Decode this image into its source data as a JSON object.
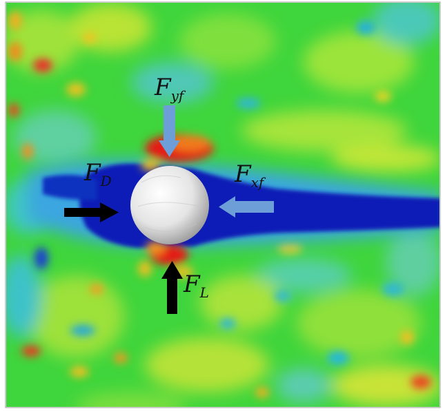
{
  "labels": {
    "drag": {
      "main": "F",
      "sub": "D"
    },
    "x_fluid": {
      "main": "F",
      "sub": "xf"
    },
    "y_fluid": {
      "main": "F",
      "sub": "yf"
    },
    "lift": {
      "main": "F",
      "sub": "L"
    }
  },
  "colors": {
    "background_field": "#39d43a",
    "wake": "#0a1fb8",
    "high_pressure": "#e41c14",
    "sphere": "#dcdcdc",
    "black_arrow": "#000000",
    "fluid_arrow": "#6e9ed8"
  }
}
